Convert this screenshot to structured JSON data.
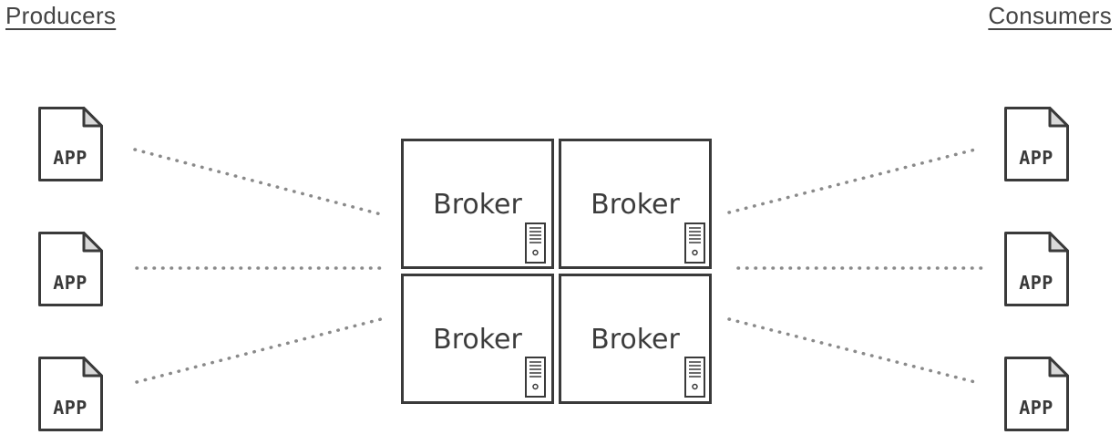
{
  "headings": {
    "producers": "Producers",
    "consumers": "Consumers"
  },
  "producers": [
    {
      "label": "APP",
      "icon": "app-document-icon"
    },
    {
      "label": "APP",
      "icon": "app-document-icon"
    },
    {
      "label": "APP",
      "icon": "app-document-icon"
    }
  ],
  "consumers": [
    {
      "label": "APP",
      "icon": "app-document-icon"
    },
    {
      "label": "APP",
      "icon": "app-document-icon"
    },
    {
      "label": "APP",
      "icon": "app-document-icon"
    }
  ],
  "brokers": [
    {
      "label": "Broker",
      "icon": "server-icon"
    },
    {
      "label": "Broker",
      "icon": "server-icon"
    },
    {
      "label": "Broker",
      "icon": "server-icon"
    },
    {
      "label": "Broker",
      "icon": "server-icon"
    }
  ],
  "colors": {
    "stroke": "#3a3a3a",
    "connector": "#8a8a8a",
    "page_corner": "#d9d9d9",
    "background": "#ffffff"
  }
}
